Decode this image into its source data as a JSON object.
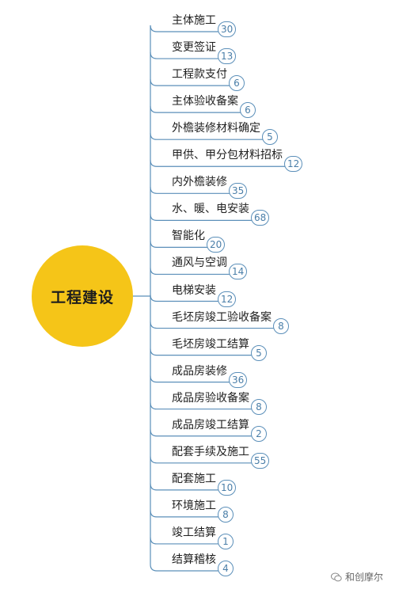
{
  "root": {
    "label": "工程建设"
  },
  "branches": [
    {
      "label": "主体施工",
      "count": "30"
    },
    {
      "label": "变更签证",
      "count": "13"
    },
    {
      "label": "工程款支付",
      "count": "6"
    },
    {
      "label": "主体验收备案",
      "count": "6"
    },
    {
      "label": "外檐装修材料确定",
      "count": "5"
    },
    {
      "label": "甲供、甲分包材料招标",
      "count": "12"
    },
    {
      "label": "内外檐装修",
      "count": "35"
    },
    {
      "label": "水、暖、电安装",
      "count": "68"
    },
    {
      "label": "智能化",
      "count": "20"
    },
    {
      "label": "通风与空调",
      "count": "14"
    },
    {
      "label": "电梯安装",
      "count": "12"
    },
    {
      "label": "毛坯房竣工验收备案",
      "count": "8"
    },
    {
      "label": "毛坯房竣工结算",
      "count": "5"
    },
    {
      "label": "成品房装修",
      "count": "36"
    },
    {
      "label": "成品房验收备案",
      "count": "8"
    },
    {
      "label": "成品房竣工结算",
      "count": "2"
    },
    {
      "label": "配套手续及施工",
      "count": "55"
    },
    {
      "label": "配套施工",
      "count": "10"
    },
    {
      "label": "环境施工",
      "count": "8"
    },
    {
      "label": "竣工结算",
      "count": "1"
    },
    {
      "label": "结算稽核",
      "count": "4"
    }
  ],
  "watermark": {
    "text": "和创摩尔"
  },
  "colors": {
    "root": "#f5c518",
    "line": "#5b8fb9",
    "badge_text": "#4a7ea8"
  }
}
